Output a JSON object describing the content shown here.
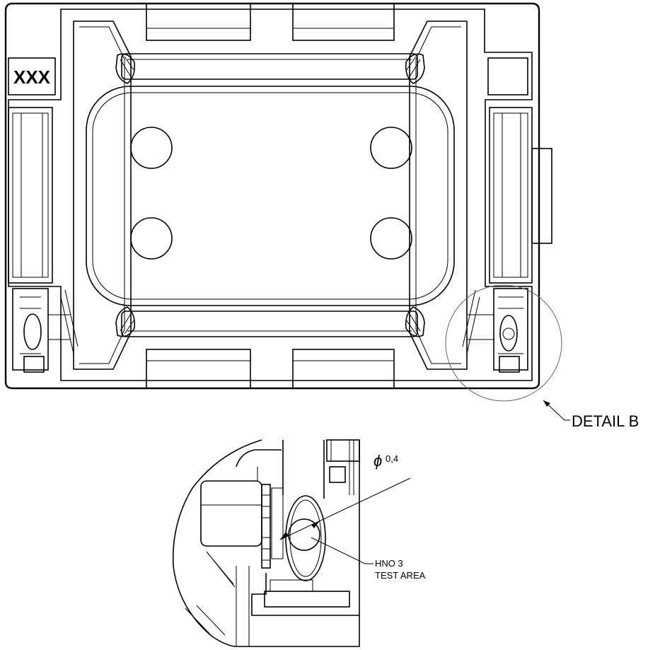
{
  "part_marking": "XXX",
  "detail_callout": "DETAIL B",
  "diameter_symbol": "ϕ",
  "diameter_value": "0,4",
  "test_area_line1": "HNO 3",
  "test_area_line2": "TEST AREA"
}
